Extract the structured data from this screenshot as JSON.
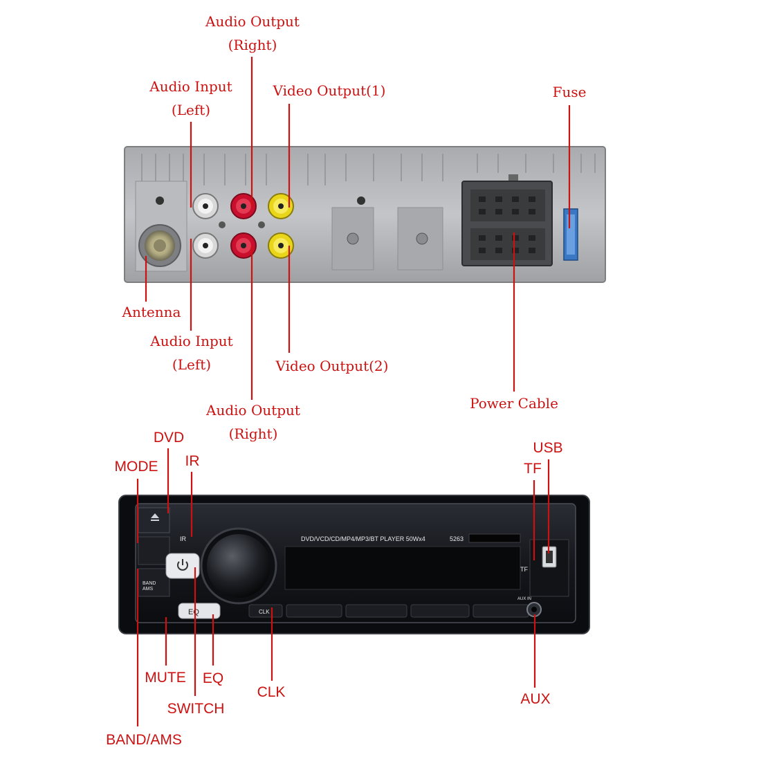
{
  "colors": {
    "label": "#cc1111",
    "back_panel": "#b4b6b9",
    "front_panel": "#1a1c22"
  },
  "rear_labels": {
    "audio_output_top": [
      "Audio Output",
      "(Right)"
    ],
    "audio_input_top": [
      "Audio Input",
      "(Left)"
    ],
    "video_output_1": "Video Output(1)",
    "fuse": "Fuse",
    "antenna": "Antenna",
    "audio_input_bottom": [
      "Audio Input",
      "(Left)"
    ],
    "video_output_2": "Video Output(2)",
    "power_cable": "Power Cable",
    "audio_output_bottom": [
      "Audio Output",
      "(Right)"
    ]
  },
  "front_labels": {
    "dvd": "DVD",
    "mode": "MODE",
    "ir": "IR",
    "usb": "USB",
    "tf": "TF",
    "mute": "MUTE",
    "eq": "EQ",
    "clk": "CLK",
    "aux": "AUX",
    "switch": "SWITCH",
    "band_ams": "BAND/AMS"
  },
  "panel_print": {
    "model_line": "DVD/VCD/CD/MP4/MP3/BT PLAYER  50Wx4",
    "model_number": "5263",
    "ir": "IR",
    "tf": "TF",
    "aux_in": "AUX IN",
    "band": "BAND",
    "ams": "AMS",
    "eq": "EQ",
    "clk": "CLK"
  },
  "icons": [
    "eject-icon",
    "power-icon"
  ]
}
